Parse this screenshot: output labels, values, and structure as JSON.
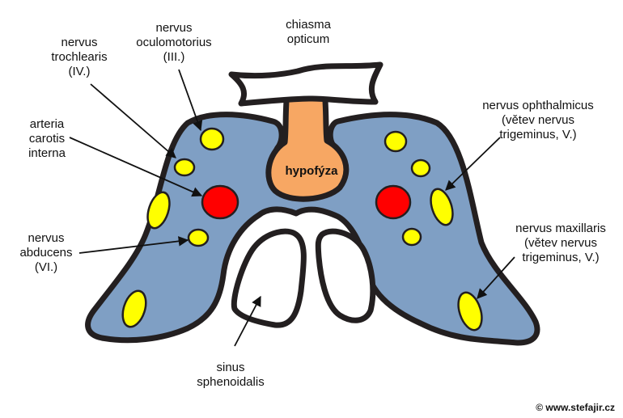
{
  "labels": {
    "nervus_trochlearis": [
      "nervus",
      "trochlearis",
      "(IV.)"
    ],
    "nervus_oculomotorius": [
      "nervus",
      "oculomotorius",
      "(III.)"
    ],
    "chiasma_opticum": [
      "chiasma",
      "opticum"
    ],
    "nervus_ophthalmicus": [
      "nervus ophthalmicus",
      "(větev nervus",
      "trigeminus, V.)"
    ],
    "arteria_carotis_interna": [
      "arteria",
      "carotis",
      "interna"
    ],
    "hypofyza": "hypofýza",
    "nervus_abducens": [
      "nervus",
      "abducens",
      "(VI.)"
    ],
    "nervus_maxillaris": [
      "nervus maxillaris",
      "(větev nervus",
      "trigeminus, V.)"
    ],
    "sinus_sphenoidalis": [
      "sinus",
      "sphenoidalis"
    ]
  },
  "copyright": "© www.stefajir.cz",
  "colors": {
    "sinus_cavernosus": "#7f9fc4",
    "outline": "#231f20",
    "hypofyza": "#f7a763",
    "nerve": "#ffff00",
    "artery": "#ff0000",
    "background": "#ffffff"
  }
}
